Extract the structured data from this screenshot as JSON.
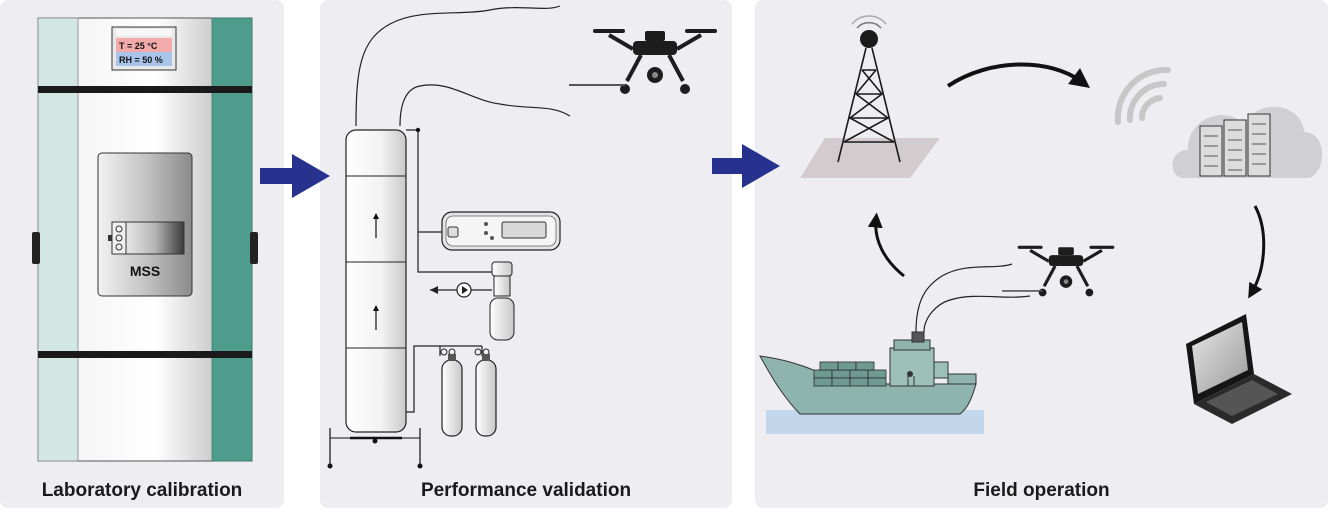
{
  "panels": {
    "lab": {
      "caption": "Laboratory calibration"
    },
    "validation": {
      "caption": "Performance validation"
    },
    "field": {
      "caption": "Field operation"
    }
  },
  "chamber": {
    "display_line1": "T    = 25 °C",
    "display_line2": "RH = 50 %",
    "sensor_label": "MSS"
  },
  "colors": {
    "panel_bg": "#ededf2",
    "arrow_blue": "#27328e",
    "chamber_teal": "#4e9c8c",
    "chamber_gray": "#c9c9c9",
    "ship_hull": "#8fb3ad",
    "water": "#c2d6ec"
  },
  "icons": [
    "climate-chamber-icon",
    "gas-column-icon",
    "analyzer-icon",
    "pump-icon",
    "gas-cylinder-icon",
    "drone-icon",
    "radio-tower-icon",
    "wifi-icon",
    "cloud-server-icon",
    "laptop-icon",
    "ship-icon"
  ]
}
